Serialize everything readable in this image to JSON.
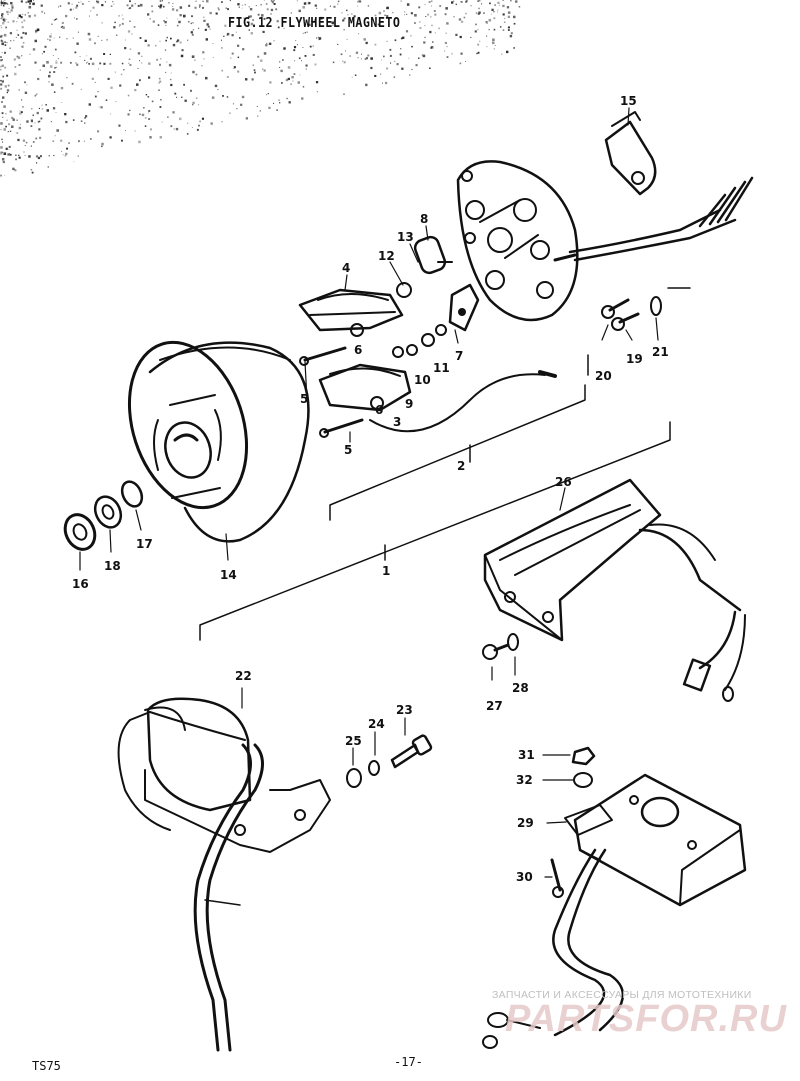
{
  "figure": {
    "title": "FIG.12   FLYWHEEL MAGNETO"
  },
  "callouts": {
    "c1": "1",
    "c2": "2",
    "c3": "3",
    "c4": "4",
    "c5a": "5",
    "c5b": "5",
    "c6a": "6",
    "c6b": "6",
    "c7": "7",
    "c8": "8",
    "c9": "9",
    "c10": "10",
    "c11": "11",
    "c12": "12",
    "c13": "13",
    "c14": "14",
    "c15": "15",
    "c16": "16",
    "c17": "17",
    "c18": "18",
    "c19": "19",
    "c20": "20",
    "c21": "21",
    "c22": "22",
    "c23": "23",
    "c24": "24",
    "c25": "25",
    "c26": "26",
    "c27": "27",
    "c28": "28",
    "c29": "29",
    "c30": "30",
    "c31": "31",
    "c32": "32"
  },
  "footer": {
    "model": "TS75",
    "page": "-17-"
  },
  "watermark": {
    "text": "ЗАПЧАСТИ И АКСЕССУАРЫ ДЛЯ МОТОТЕХНИКИ",
    "logo": "PARTSFOR.RU"
  }
}
